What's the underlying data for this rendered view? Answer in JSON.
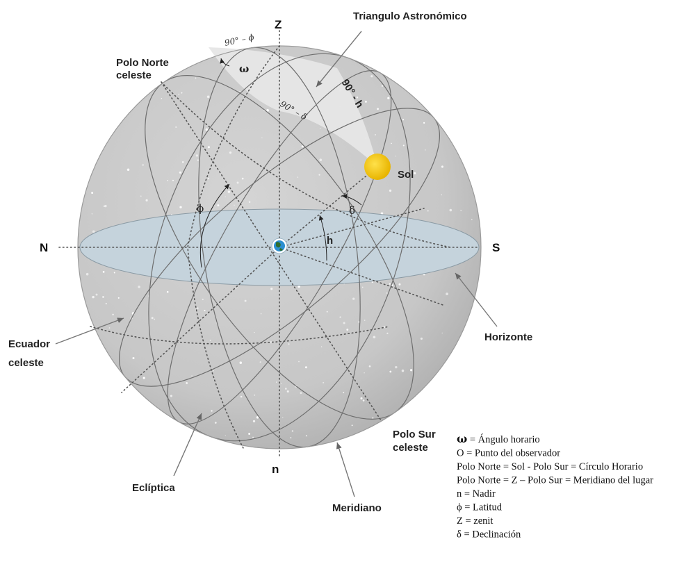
{
  "labels": {
    "zenith": "Z",
    "nadir": "n",
    "north": "N",
    "south": "S",
    "triangle": "Triangulo Astronómico",
    "north_pole_line1": "Polo Norte",
    "north_pole_line2": "celeste",
    "south_pole_line1": "Polo Sur",
    "south_pole_line2": "celeste",
    "sun": "Sol",
    "equator_line1": "Ecuador",
    "equator_line2": "celeste",
    "horizon": "Horizonte",
    "ecliptic": "Eclíptica",
    "meridian": "Meridiano",
    "omega": "ω",
    "phi": "ϕ",
    "delta": "δ",
    "h": "h",
    "arc_phi": "90° – ϕ",
    "arc_delta": "90° – δ",
    "arc_h": "90° - h"
  },
  "legend": [
    {
      "symbol": "ω",
      "text": " = Ángulo horario"
    },
    {
      "symbol": "",
      "text": "O = Punto del observador"
    },
    {
      "symbol": "",
      "text": "Polo Norte = Sol - Polo Sur = Círculo Horario"
    },
    {
      "symbol": "",
      "text": "Polo Norte = Z – Polo Sur = Meridiano del lugar"
    },
    {
      "symbol": "",
      "text": "n = Nadir"
    },
    {
      "symbol": "",
      "text": "ϕ = Latitud"
    },
    {
      "symbol": "",
      "text": "Z = zenit"
    },
    {
      "symbol": "",
      "text": "δ = Declinación"
    }
  ],
  "colors": {
    "sphere": "#c9c9c9",
    "horizon_plane": "#c5d3dc",
    "triangle_fill": "#e4e4e4",
    "sun": "#f2c200",
    "earth": "#2d8fd0",
    "line": "#6a6a6a"
  }
}
